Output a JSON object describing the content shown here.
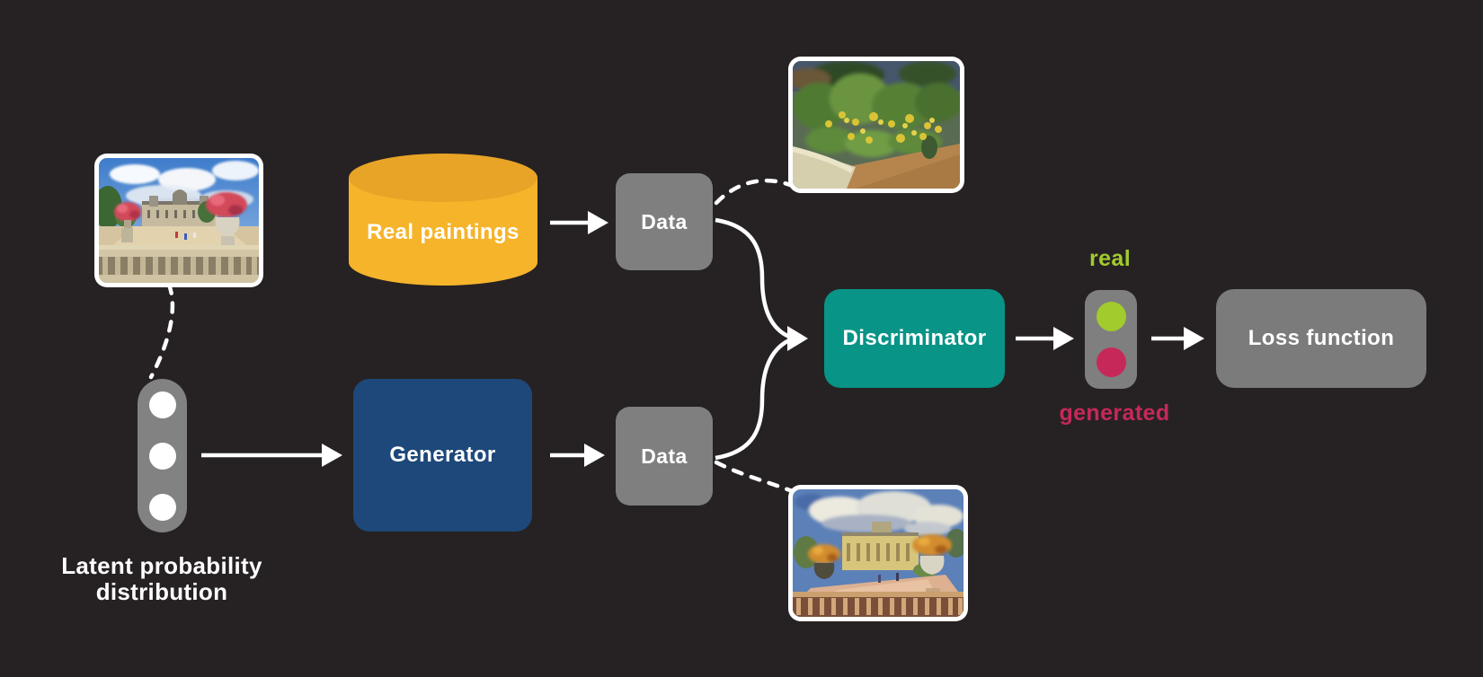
{
  "palette": {
    "bg": "#262223",
    "boxGray": "#7F7F7F",
    "lossGray": "#7B7B7B",
    "pillGray": "#828282",
    "cylinderBody": "#F6B42B",
    "cylinderTop": "#E8A426",
    "discriminatorTeal": "#089486",
    "generatorBlue": "#1D4879",
    "realGreen": "#A2CB2D",
    "generatedRed": "#C7285A",
    "lineWhite": "#FFFFFF"
  },
  "nodes": {
    "real_paintings": {
      "label": "Real paintings"
    },
    "data_top": {
      "label": "Data"
    },
    "data_bottom": {
      "label": "Data"
    },
    "generator": {
      "label": "Generator"
    },
    "discriminator": {
      "label": "Discriminator"
    },
    "loss_function": {
      "label": "Loss function"
    },
    "latent": {
      "label": "Latent probability distribution"
    },
    "output_real": {
      "label": "real"
    },
    "output_generated": {
      "label": "generated"
    }
  },
  "images": {
    "photo": {
      "description": "Photo of palace gardens with red flowers and cloudy sky"
    },
    "painting_top": {
      "description": "Impressionist painting of a garden with yellow flowers"
    },
    "painting_bottom": {
      "description": "Impressionist painting of the palace gardens"
    }
  }
}
